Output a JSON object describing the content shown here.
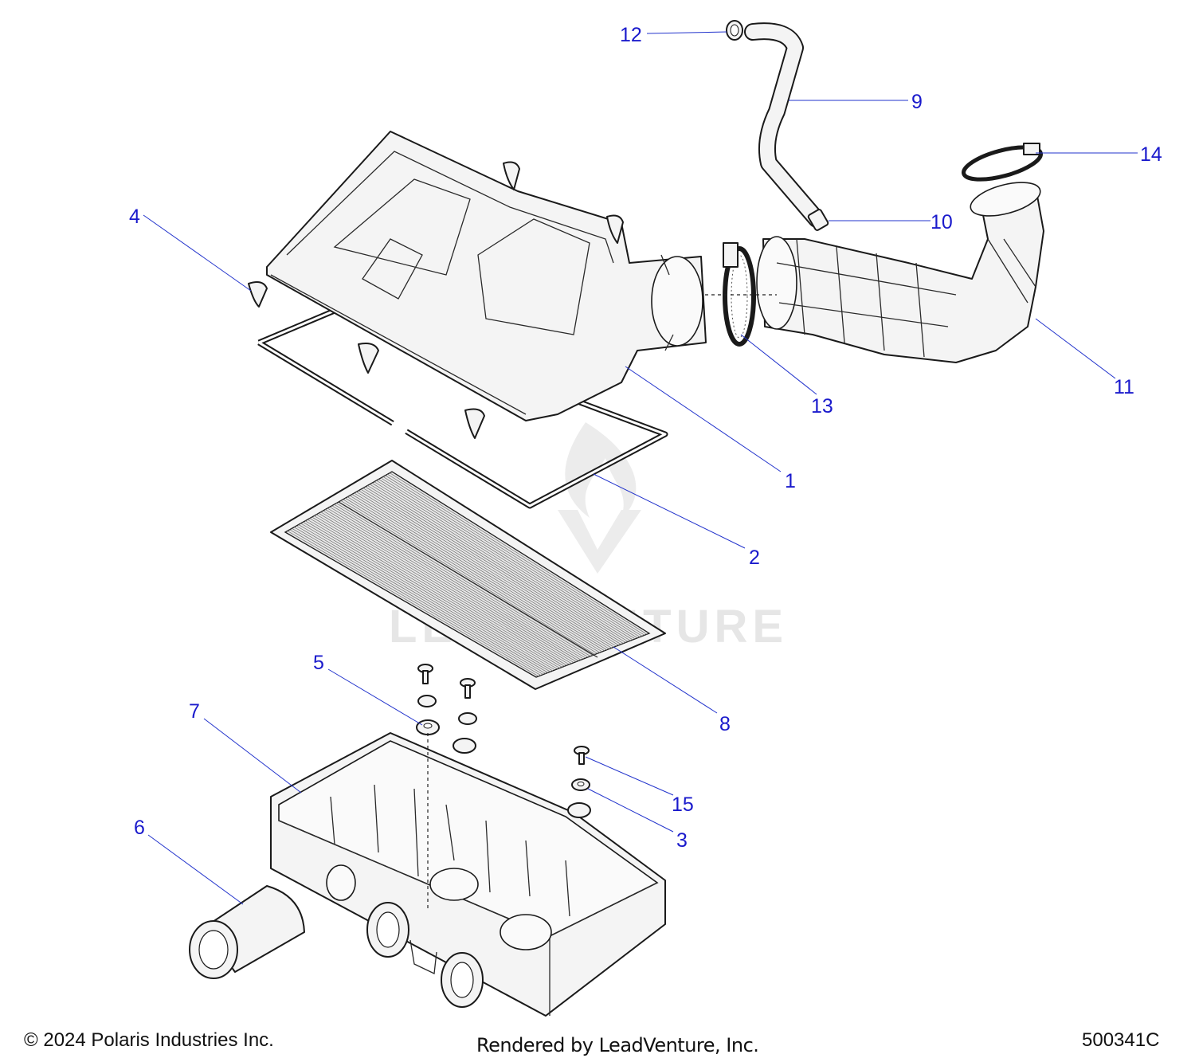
{
  "footer": {
    "copyright": "© 2024 Polaris Industries Inc.",
    "rendered_by": "Rendered by LeadVenture, Inc.",
    "diagram_code": "500341C"
  },
  "watermark": "LEADVENTURE",
  "colors": {
    "callout": "#1a1acc",
    "leader": "#2233cc",
    "line": "#1a1a1a"
  },
  "callouts": {
    "c1": "1",
    "c2": "2",
    "c3": "3",
    "c4": "4",
    "c5": "5",
    "c6": "6",
    "c7": "7",
    "c8": "8",
    "c9": "9",
    "c10": "10",
    "c11": "11",
    "c12": "12",
    "c13": "13",
    "c14": "14",
    "c15": "15"
  }
}
